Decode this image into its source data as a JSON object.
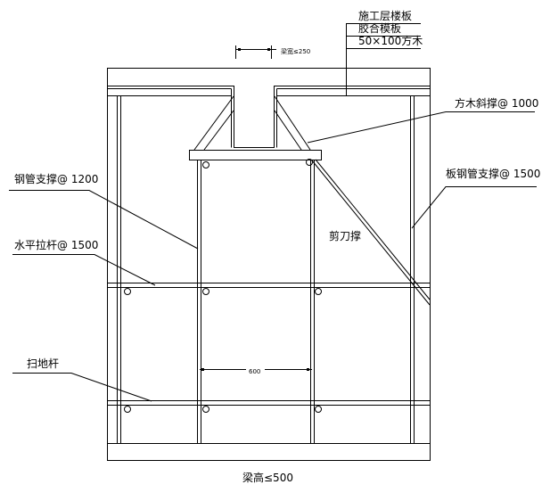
{
  "title_stack": [
    "施工层楼板",
    "胶合模板",
    "50×100方木"
  ],
  "beam_width_label": "梁宽≤250",
  "span_label": "600",
  "labels": {
    "wood_brace": "方木斜撑@ 1000",
    "steel_support": "钢管支撑@ 1200",
    "slab_steel_support": "板钢管支撑@ 1500",
    "scissor_brace": "剪刀撑",
    "horizontal_tie": "水平拉杆@ 1500",
    "sweep_bar": "扫地杆"
  },
  "beam_height_label": "梁高≤500"
}
